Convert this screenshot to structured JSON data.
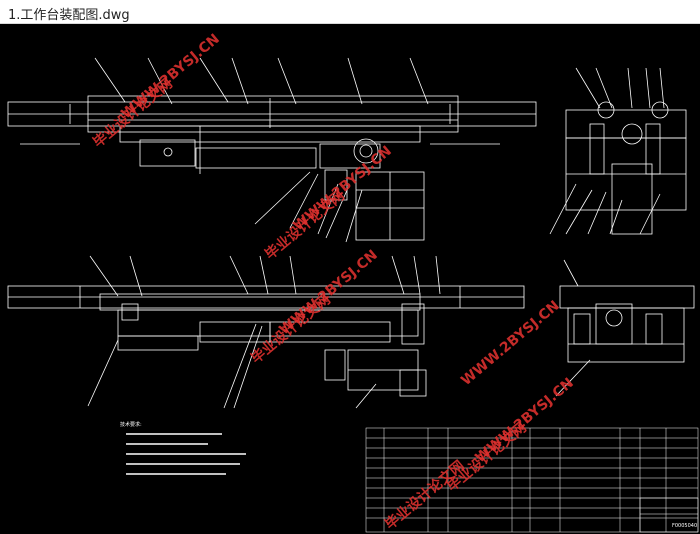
{
  "window": {
    "title": "1.工作台装配图.dwg"
  },
  "drawing": {
    "watermark_cn": "毕业设计论文网",
    "watermark_url": "WWW.2BYSJ.CN",
    "notes_heading": "技术要求:",
    "title_block_code": "F0005040",
    "colors": {
      "background": "#000000",
      "lines": "#ffffff",
      "watermark": "#e0312f"
    }
  }
}
